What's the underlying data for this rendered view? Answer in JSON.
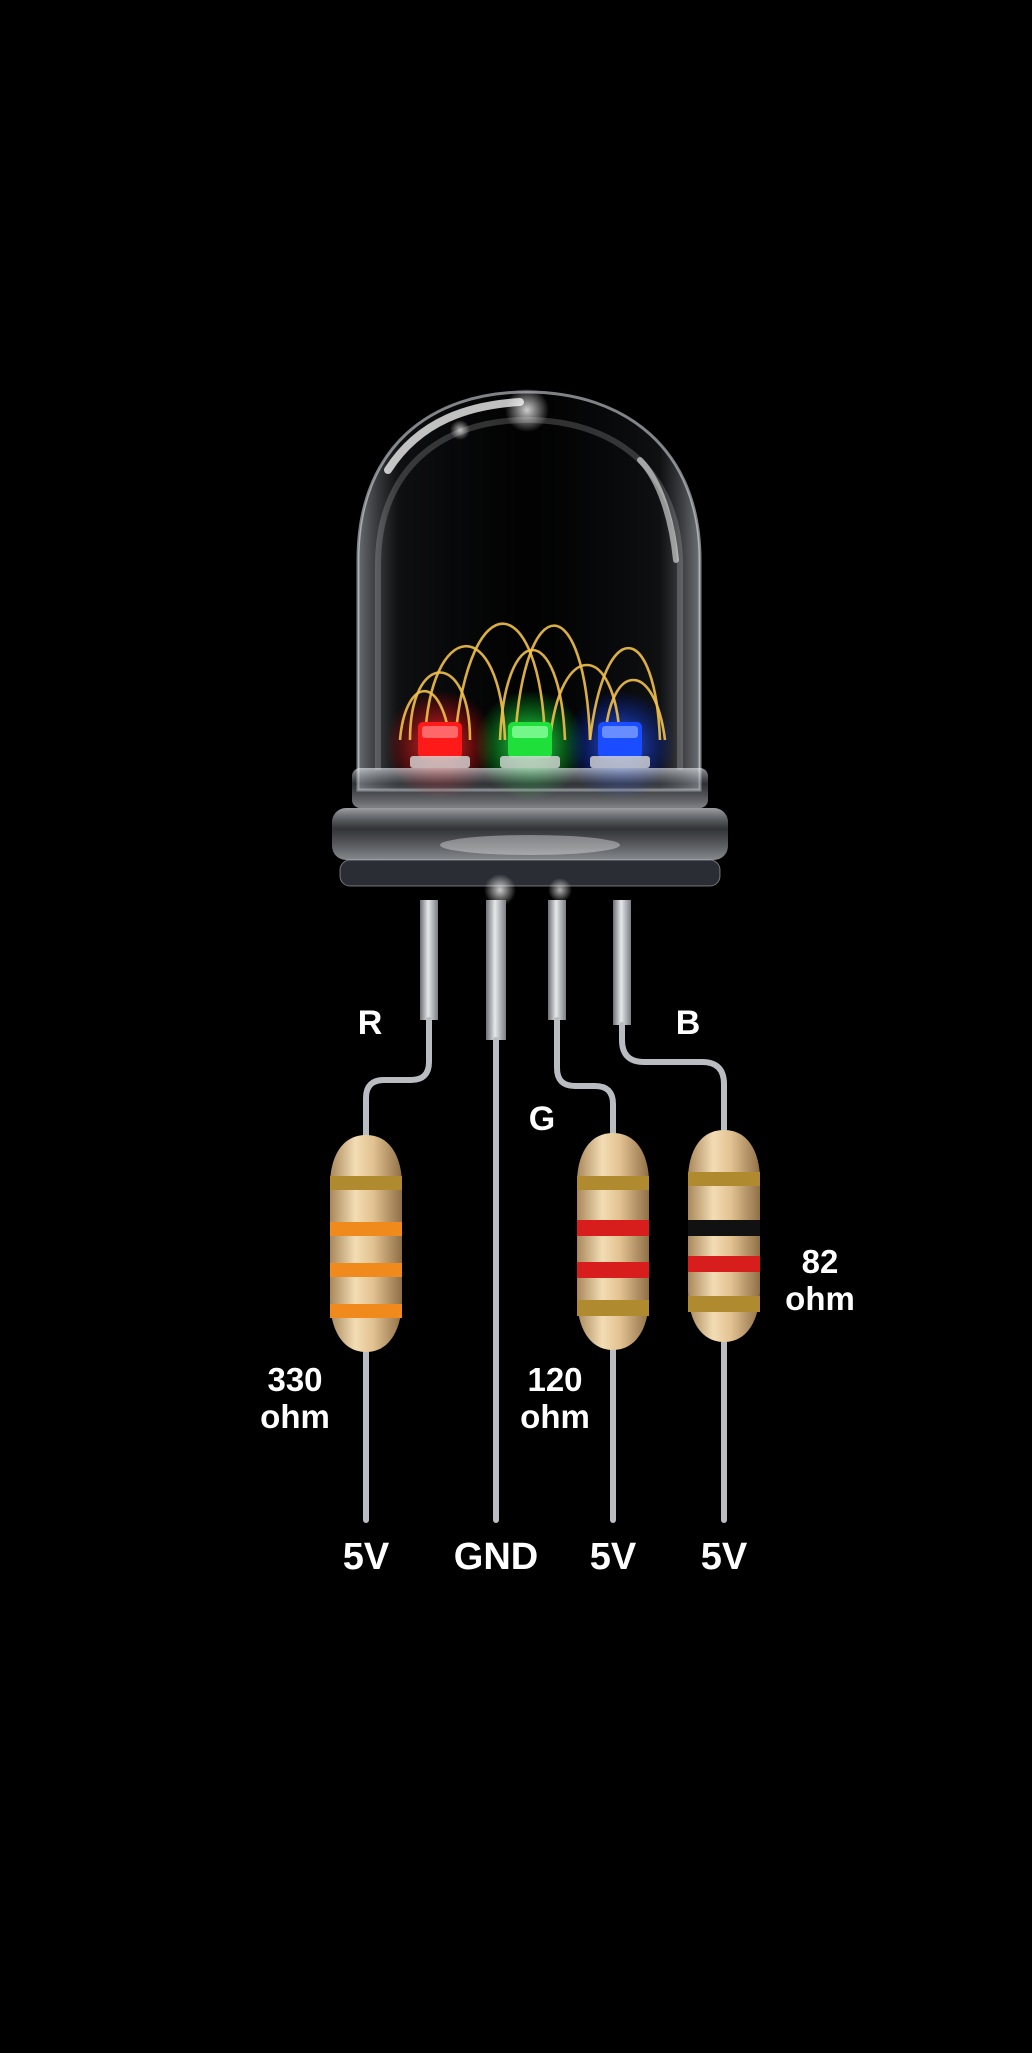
{
  "colors": {
    "background": "#000000",
    "red_die": "#ff1a1a",
    "green_die": "#1fe03a",
    "blue_die": "#1a4dff",
    "bond_wire": "#f2c14a",
    "lead": "#bfbfbf",
    "resistor_body": "#e6c79a",
    "band_orange": "#f08a1c",
    "band_red": "#d81d1d",
    "band_black": "#111111",
    "band_gold": "#b08a2e",
    "label": "#ffffff"
  },
  "pins": {
    "r": "R",
    "g": "G",
    "b": "B"
  },
  "resistors": [
    {
      "id": "red",
      "value": "330",
      "unit": "ohm",
      "bands": [
        "band_orange",
        "band_orange",
        "band_orange",
        "band_gold"
      ]
    },
    {
      "id": "green",
      "value": "120",
      "unit": "ohm",
      "bands": [
        "band_red",
        "band_red",
        "band_gold"
      ]
    },
    {
      "id": "blue",
      "value": "82",
      "unit": "ohm",
      "bands": [
        "band_black",
        "band_red",
        "band_gold"
      ]
    }
  ],
  "terminals": {
    "red": "5V",
    "gnd": "GND",
    "green": "5V",
    "blue": "5V"
  }
}
